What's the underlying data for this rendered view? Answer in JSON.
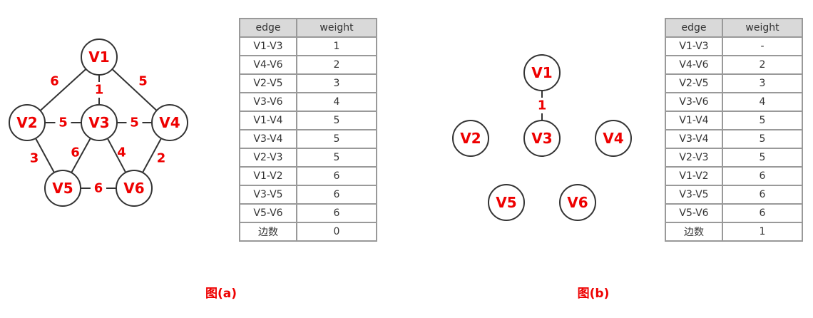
{
  "colors": {
    "label": "#ee0000",
    "stroke": "#333333",
    "table_header_bg": "#d9d9d9",
    "table_border": "#999999"
  },
  "graph_a": {
    "caption": "图(a)",
    "nodes": [
      "V1",
      "V2",
      "V3",
      "V4",
      "V5",
      "V6"
    ],
    "edges": [
      {
        "from": "V1",
        "to": "V2",
        "weight": "6"
      },
      {
        "from": "V1",
        "to": "V4",
        "weight": "5"
      },
      {
        "from": "V1",
        "to": "V3",
        "weight": "1"
      },
      {
        "from": "V2",
        "to": "V3",
        "weight": "5"
      },
      {
        "from": "V3",
        "to": "V4",
        "weight": "5"
      },
      {
        "from": "V3",
        "to": "V5",
        "weight": "6"
      },
      {
        "from": "V3",
        "to": "V6",
        "weight": "4"
      },
      {
        "from": "V2",
        "to": "V5",
        "weight": "3"
      },
      {
        "from": "V4",
        "to": "V6",
        "weight": "2"
      },
      {
        "from": "V5",
        "to": "V6",
        "weight": "6"
      }
    ]
  },
  "table_a": {
    "headers": [
      "edge",
      "weight"
    ],
    "rows": [
      [
        "V1-V3",
        "1"
      ],
      [
        "V4-V6",
        "2"
      ],
      [
        "V2-V5",
        "3"
      ],
      [
        "V3-V6",
        "4"
      ],
      [
        "V1-V4",
        "5"
      ],
      [
        "V3-V4",
        "5"
      ],
      [
        "V2-V3",
        "5"
      ],
      [
        "V1-V2",
        "6"
      ],
      [
        "V3-V5",
        "6"
      ],
      [
        "V5-V6",
        "6"
      ],
      [
        "边数",
        "0"
      ]
    ]
  },
  "graph_b": {
    "caption": "图(b)",
    "nodes": [
      "V1",
      "V2",
      "V3",
      "V4",
      "V5",
      "V6"
    ],
    "edges": [
      {
        "from": "V1",
        "to": "V3",
        "weight": "1"
      }
    ]
  },
  "table_b": {
    "headers": [
      "edge",
      "weight"
    ],
    "rows": [
      [
        "V1-V3",
        "-"
      ],
      [
        "V4-V6",
        "2"
      ],
      [
        "V2-V5",
        "3"
      ],
      [
        "V3-V6",
        "4"
      ],
      [
        "V1-V4",
        "5"
      ],
      [
        "V3-V4",
        "5"
      ],
      [
        "V2-V3",
        "5"
      ],
      [
        "V1-V2",
        "6"
      ],
      [
        "V3-V5",
        "6"
      ],
      [
        "V5-V6",
        "6"
      ],
      [
        "边数",
        "1"
      ]
    ]
  }
}
